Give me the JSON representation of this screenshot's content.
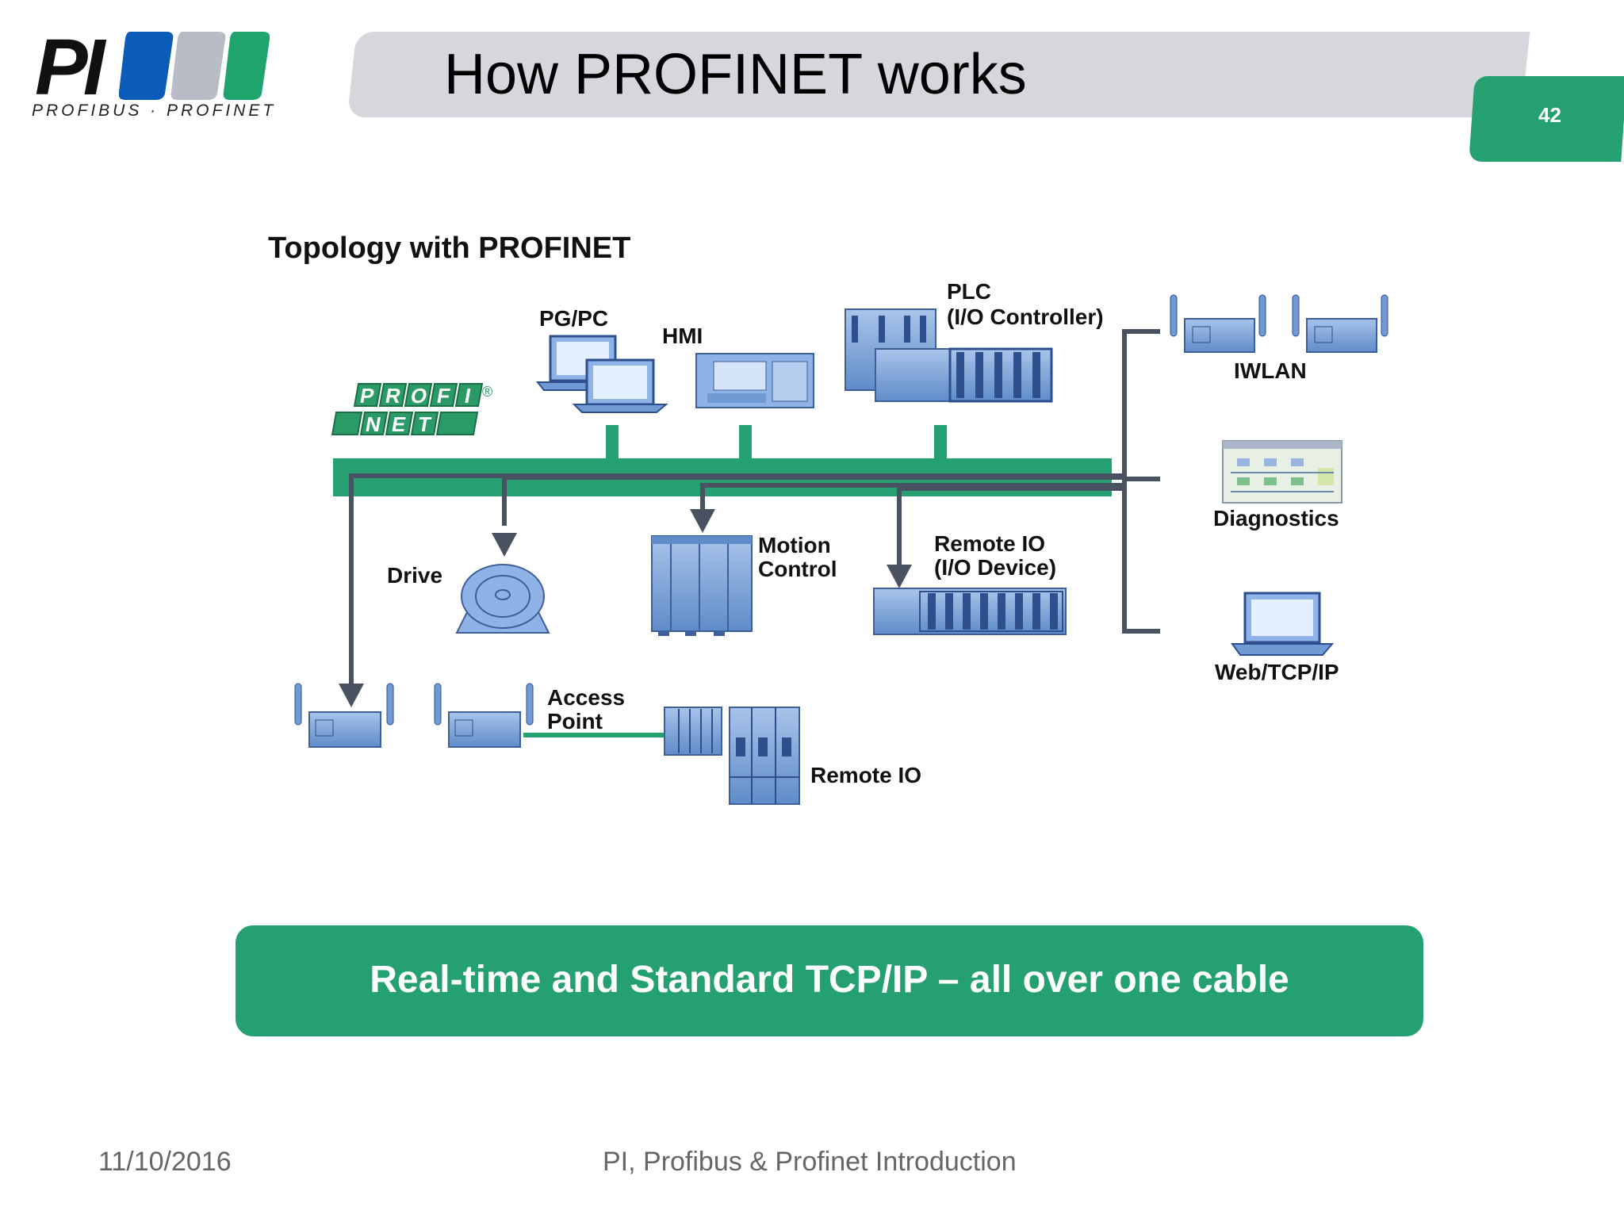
{
  "slide": {
    "title": "How PROFINET works",
    "page_number": "42",
    "subtitle": "Topology with PROFINET",
    "banner": "Real-time and Standard TCP/IP – all over one cable"
  },
  "logo": {
    "text": "PI",
    "subtitle": "PROFIBUS · PROFINET",
    "colors": [
      "#0a5cb8",
      "#b8bcc4",
      "#1fa46e"
    ]
  },
  "profinet_logo": {
    "row1": [
      "P",
      "R",
      "O",
      "F",
      "I"
    ],
    "row2": [
      "N",
      "E",
      "T"
    ],
    "registered": "®"
  },
  "diagram": {
    "labels": {
      "pgpc": "PG/PC",
      "hmi": "HMI",
      "plc_line1": "PLC",
      "plc_line2": "(I/O Controller)",
      "iwlan": "IWLAN",
      "diagnostics": "Diagnostics",
      "web": "Web/TCP/IP",
      "drive": "Drive",
      "motion_line1": "Motion",
      "motion_line2": "Control",
      "remoteio_line1": "Remote IO",
      "remoteio_line2": "(I/O Device)",
      "access_line1": "Access",
      "access_line2": "Point",
      "remoteio2": "Remote IO"
    }
  },
  "colors": {
    "green": "#25a070",
    "gray_line": "#4a5160",
    "device_blue": "#6f9ad4",
    "title_bar": "#d5d7dc"
  },
  "footer": {
    "date": "11/10/2016",
    "title": "PI, Profibus & Profinet Introduction"
  }
}
